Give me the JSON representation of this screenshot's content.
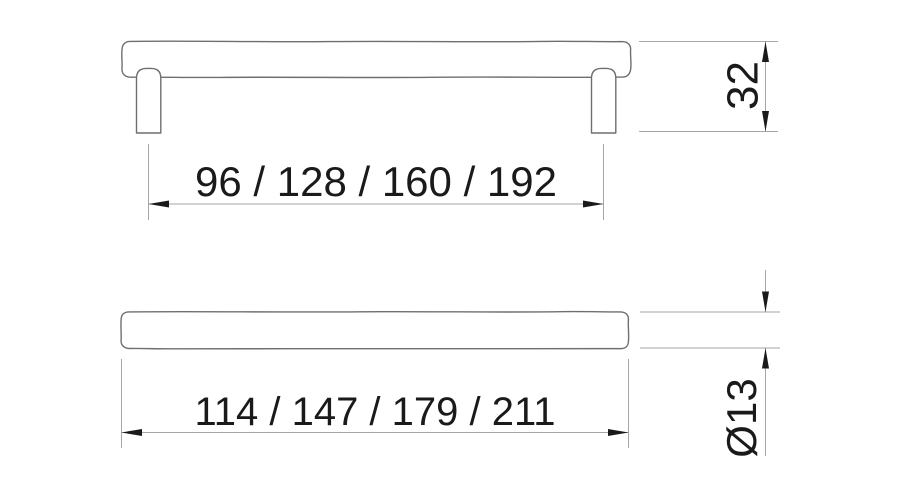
{
  "drawing": {
    "type": "technical-dimension-drawing",
    "subject": "bar-handle",
    "colors": {
      "bg-color": "#ffffff",
      "line-color": "#6f6f6f",
      "dim-line-color": "#a6a6a6",
      "text-color": "#1a1a1a"
    },
    "views": {
      "front_view": {
        "description": "handle bar with two mounting posts"
      },
      "top_view": {
        "description": "handle bar seen from above"
      }
    },
    "dimensions": {
      "hole_spacing": {
        "label": "96 / 128 / 160 / 192",
        "values": [
          96,
          128,
          160,
          192
        ]
      },
      "height": {
        "label": "32",
        "values": [
          32
        ]
      },
      "overall_length": {
        "label": "114 / 147 / 179 / 211",
        "values": [
          114,
          147,
          179,
          211
        ]
      },
      "diameter": {
        "label": "Ø13",
        "values": [
          13
        ]
      }
    }
  }
}
